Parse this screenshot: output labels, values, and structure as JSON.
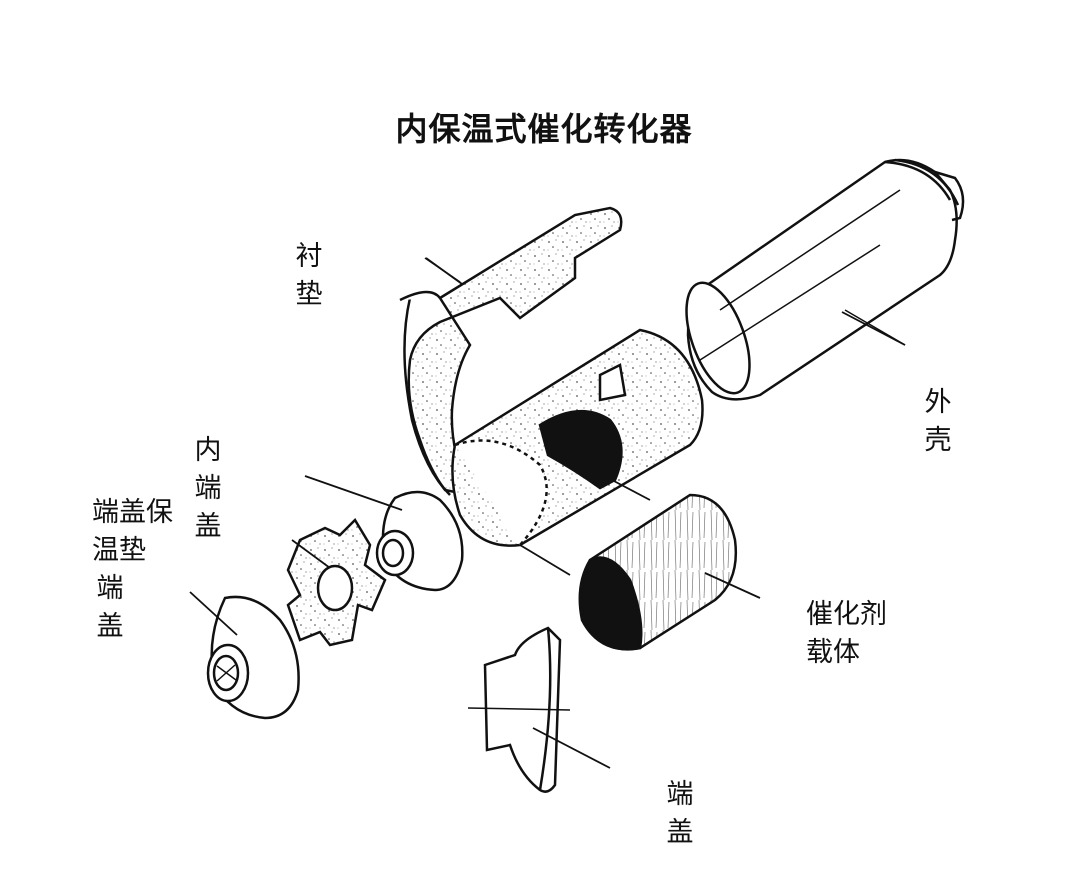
{
  "title": "内保温式催化转化器",
  "labels": {
    "liner": "衬垫",
    "outer_shell": "外壳",
    "inner_end_cap": "内端盖",
    "end_cap_insulation_pad": "端盖保温垫",
    "insulated_end_cap": "端盖",
    "catalyst_carrier": "催化剂载体",
    "end_cap": "端盖"
  }
}
